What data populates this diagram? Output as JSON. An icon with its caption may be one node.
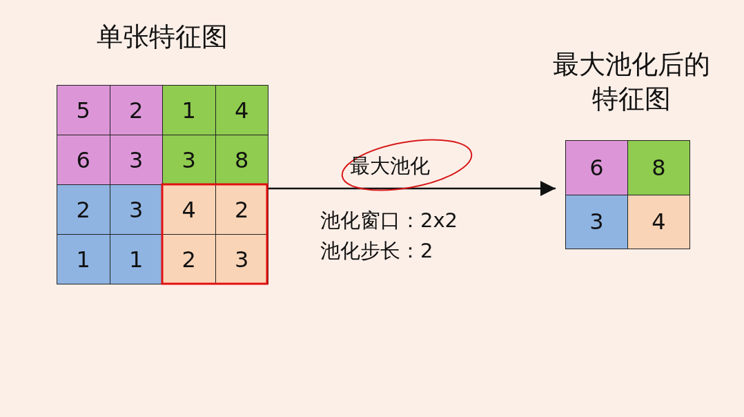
{
  "diagram": {
    "nodes": [
      {
        "text": [
          "单张特征图"
        ]
      },
      {
        "text": [
          "5"
        ],
        "in": 0
      },
      {
        "text": [
          "2"
        ],
        "in": 0
      },
      {
        "text": [
          "1"
        ],
        "in": 0
      },
      {
        "text": [
          "4"
        ],
        "in": 0
      },
      {
        "text": [
          "6"
        ],
        "in": 0
      },
      {
        "text": [
          "3"
        ],
        "in": 0
      },
      {
        "text": [
          "3"
        ],
        "in": 0
      },
      {
        "text": [
          "8"
        ],
        "in": 0
      },
      {
        "text": [
          "2"
        ],
        "in": 0
      },
      {
        "text": [
          "3"
        ],
        "in": 0
      },
      {
        "text": [
          "4"
        ],
        "in": 0
      },
      {
        "text": [
          "2"
        ],
        "in": 0
      },
      {
        "text": [
          "1"
        ],
        "in": 0
      },
      {
        "text": [
          "1"
        ],
        "in": 0
      },
      {
        "text": [
          "2"
        ],
        "in": 0
      },
      {
        "text": [
          "3"
        ],
        "in": 0
      },
      {
        "text": [
          "最大池化后的特征图"
        ]
      },
      {
        "text": [
          "6"
        ],
        "in": 17
      },
      {
        "text": [
          "8"
        ],
        "in": 17
      },
      {
        "text": [
          "3"
        ],
        "in": 17
      },
      {
        "text": [
          "4"
        ],
        "in": 17
      }
    ],
    "edges": [
      {
        "from": 0,
        "to": 17,
        "arrow": "to",
        "label": "最大池化"
      }
    ],
    "labels": [
      "池化窗口：2x2",
      "池化步长：2"
    ]
  }
}
